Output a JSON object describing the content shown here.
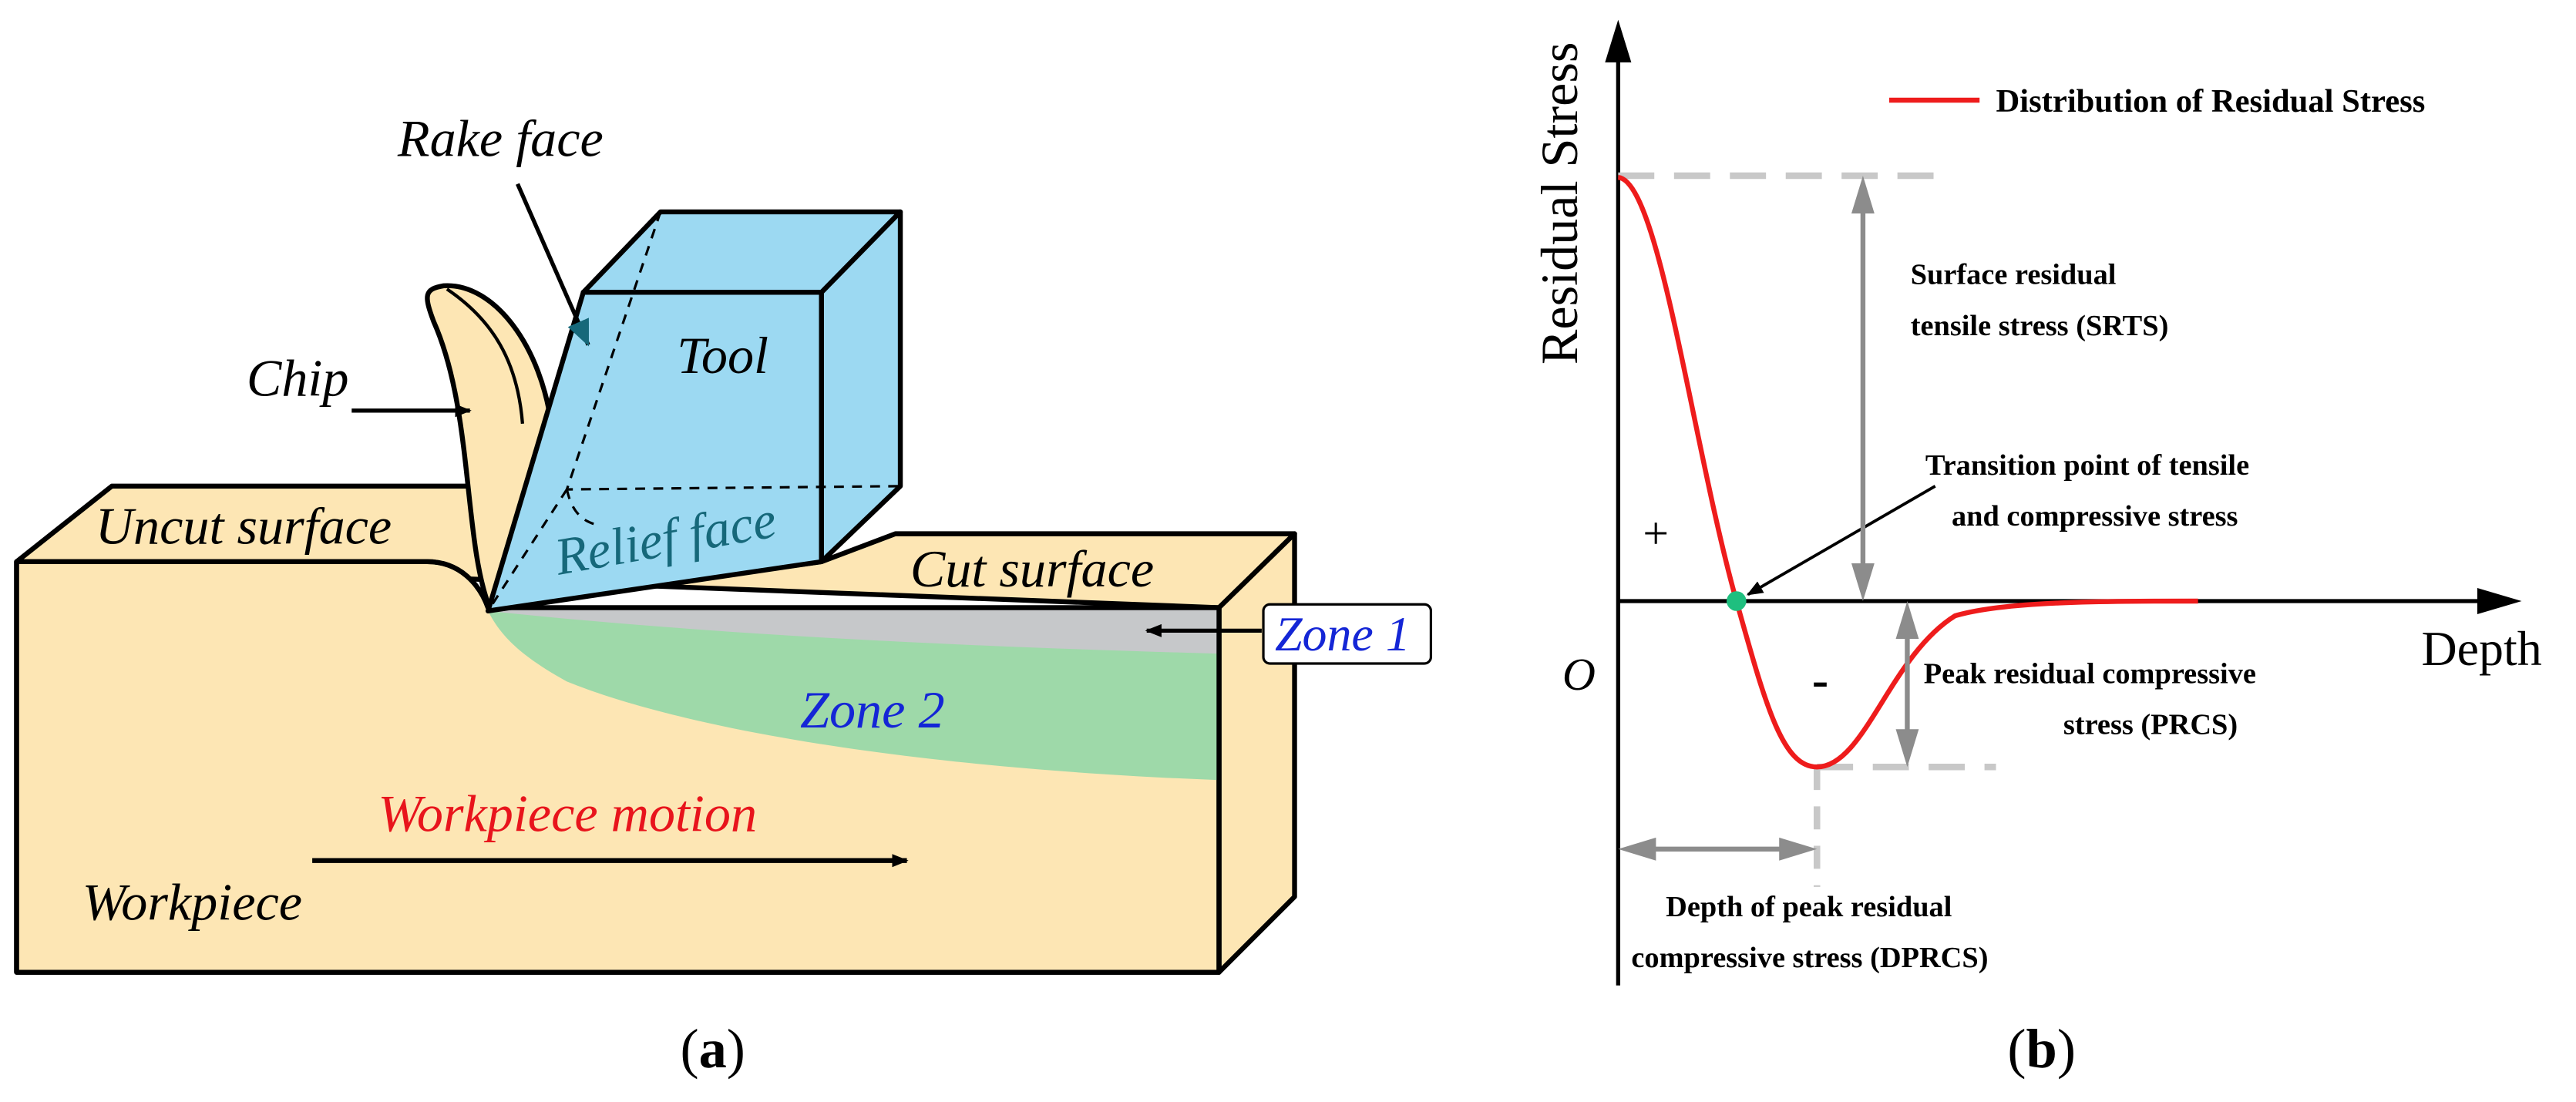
{
  "figure_a": {
    "labels": {
      "rake_face": "Rake face",
      "tool": "Tool",
      "chip": "Chip",
      "uncut_surface": "Uncut surface",
      "relief_face": "Relief face",
      "cut_surface": "Cut surface",
      "zone1": "Zone 1",
      "zone2": "Zone 2",
      "workpiece_motion": "Workpiece motion",
      "workpiece": "Workpiece"
    },
    "caption_open": "(",
    "caption_letter": "a",
    "caption_close": ")",
    "colors": {
      "workpiece": "#fde6b4",
      "tool": "#9cd9f2",
      "zone1": "#c6c8ca",
      "zone2": "#9ed9a9",
      "motion_text": "#e8141c",
      "zone_text": "#1426d6",
      "relief_text": "#16687a"
    }
  },
  "figure_b": {
    "title_legend": "Distribution of Residual Stress",
    "axis_y": "Residual Stress",
    "axis_x": "Depth",
    "origin": "O",
    "plus": "+",
    "minus": "-",
    "srts_line1": "Surface residual",
    "srts_line2": "tensile stress (SRTS)",
    "transition_line1": "Transition point of tensile",
    "transition_line2": "and compressive stress",
    "prcs_line1": "Peak residual compressive",
    "prcs_line2": "stress (PRCS)",
    "dprcs_line1": "Depth of peak residual",
    "dprcs_line2": "compressive stress (DPRCS)",
    "caption_open": "(",
    "caption_letter": "b",
    "caption_close": ")",
    "colors": {
      "curve": "#ee1c1c",
      "transition_point": "#1fbf7f",
      "dimension": "#8c8c8c",
      "guide": "#c8c8c8"
    }
  }
}
